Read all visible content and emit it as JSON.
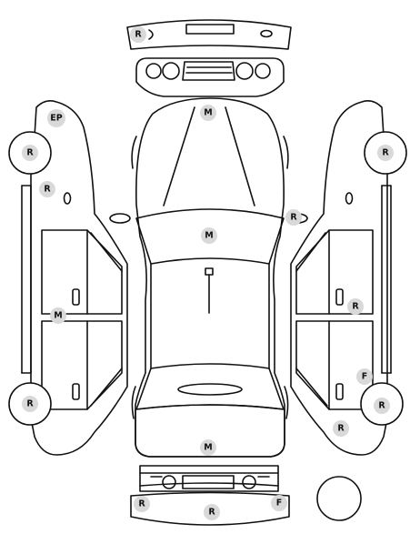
{
  "marks": {
    "front_bumper": "R",
    "hood": "M",
    "right_mirror": "R",
    "left_fender_top": "EP",
    "left_front_wheel": "R",
    "left_front_fender": "R",
    "left_rocker": "M",
    "left_rear_wheel": "R",
    "roof": "M",
    "trunk": "M",
    "right_front_wheel": "R",
    "right_rear_door": "R",
    "right_rear_quarter": "F",
    "right_rear_wheel": "R",
    "right_rear_fender": "R",
    "rear_bumper_left": "R",
    "rear_bumper_center": "R",
    "rear_bumper_right": "F"
  },
  "colors": {
    "line": "#111111",
    "badge": "#d9d9d9",
    "background": "#ffffff"
  }
}
